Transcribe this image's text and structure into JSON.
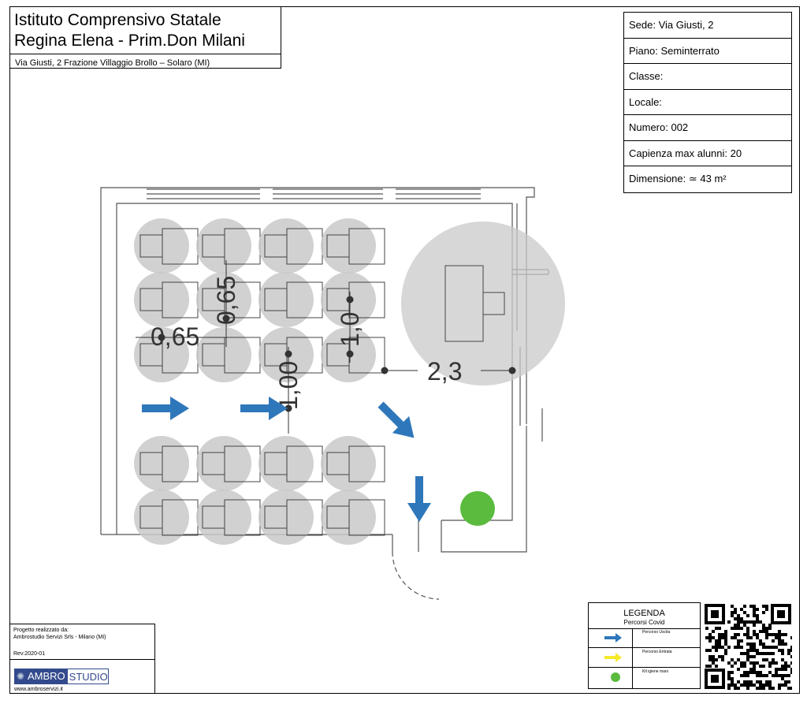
{
  "header": {
    "school_line1": "Istituto Comprensivo Statale",
    "school_line2": "Regina Elena - Prim.Don Milani",
    "address": "Via Giusti, 2 Frazione Villaggio Brollo – Solaro (MI)"
  },
  "info_box": {
    "sede": "Sede:  Via Giusti, 2",
    "piano": "Piano: Seminterrato",
    "classe": "Classe:",
    "locale": "Locale:",
    "numero": "Numero: 002",
    "capienza": "Capienza max alunni: 20",
    "dimensione": "Dimensione: ≃ 43 m²"
  },
  "plan": {
    "dimensions": [
      "0,65",
      "0,65",
      "1,0",
      "1,00",
      "2,3"
    ],
    "student_desks": 20,
    "colors": {
      "exit_arrow": "#2f77bb",
      "entry_arrow": "#f5ea2a",
      "hygiene_kit": "#5bbb3f",
      "distance_circle": "#c9c9c9"
    }
  },
  "legend": {
    "title": "LEGENDA",
    "subtitle": "Percorsi Covid",
    "items": [
      {
        "label": "Percorso Uscita",
        "icon": "blue-arrow-icon"
      },
      {
        "label": "Percorso Entrata",
        "icon": "yellow-arrow-icon"
      },
      {
        "label": "Kit igiene mani",
        "icon": "green-dot-icon"
      }
    ]
  },
  "credits": {
    "line1": "Progetto realizzato da:",
    "line2": "Ambrostudio Servizi Srls - Milano (MI)",
    "rev": "Rev:2020-01",
    "logo_a": "AMBRO",
    "logo_b": "STUDIO",
    "url": "www.ambroservizi.it"
  }
}
